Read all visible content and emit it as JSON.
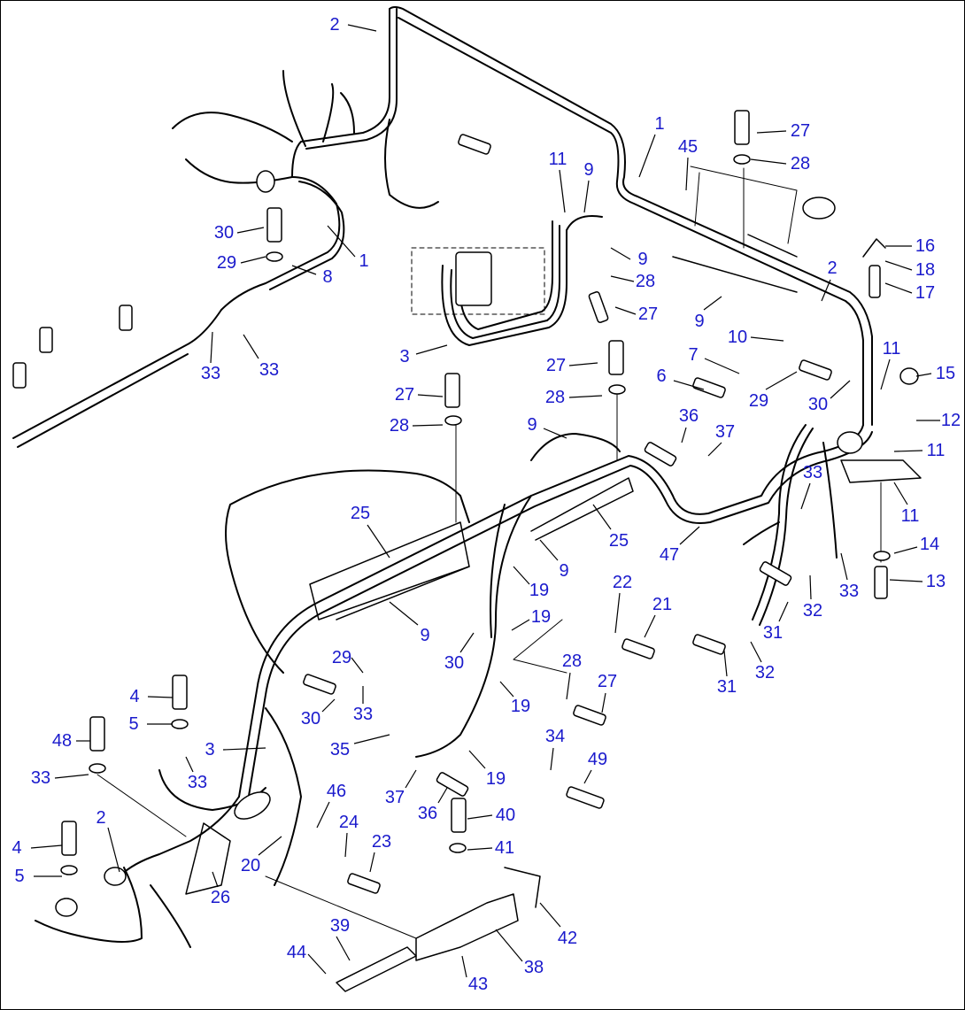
{
  "colors": {
    "label": "#1a1acc",
    "line": "#000000",
    "background": "#ffffff"
  },
  "diagram": {
    "labels": [
      {
        "t": "2"
      },
      {
        "t": "1"
      },
      {
        "t": "11"
      },
      {
        "t": "9"
      },
      {
        "t": "45"
      },
      {
        "t": "27"
      },
      {
        "t": "28"
      },
      {
        "t": "30"
      },
      {
        "t": "29"
      },
      {
        "t": "1"
      },
      {
        "t": "8"
      },
      {
        "t": "9"
      },
      {
        "t": "28"
      },
      {
        "t": "27"
      },
      {
        "t": "16"
      },
      {
        "t": "18"
      },
      {
        "t": "2"
      },
      {
        "t": "17"
      },
      {
        "t": "9"
      },
      {
        "t": "33"
      },
      {
        "t": "33"
      },
      {
        "t": "3"
      },
      {
        "t": "10"
      },
      {
        "t": "7"
      },
      {
        "t": "11"
      },
      {
        "t": "15"
      },
      {
        "t": "27"
      },
      {
        "t": "6"
      },
      {
        "t": "29"
      },
      {
        "t": "30"
      },
      {
        "t": "27"
      },
      {
        "t": "28"
      },
      {
        "t": "12"
      },
      {
        "t": "28"
      },
      {
        "t": "9"
      },
      {
        "t": "36"
      },
      {
        "t": "37"
      },
      {
        "t": "11"
      },
      {
        "t": "11"
      },
      {
        "t": "33"
      },
      {
        "t": "25"
      },
      {
        "t": "25"
      },
      {
        "t": "14"
      },
      {
        "t": "9"
      },
      {
        "t": "47"
      },
      {
        "t": "13"
      },
      {
        "t": "19"
      },
      {
        "t": "33"
      },
      {
        "t": "22"
      },
      {
        "t": "21"
      },
      {
        "t": "32"
      },
      {
        "t": "19"
      },
      {
        "t": "9"
      },
      {
        "t": "31"
      },
      {
        "t": "30"
      },
      {
        "t": "29"
      },
      {
        "t": "28"
      },
      {
        "t": "27"
      },
      {
        "t": "31"
      },
      {
        "t": "32"
      },
      {
        "t": "4"
      },
      {
        "t": "30"
      },
      {
        "t": "33"
      },
      {
        "t": "19"
      },
      {
        "t": "5"
      },
      {
        "t": "48"
      },
      {
        "t": "3"
      },
      {
        "t": "33"
      },
      {
        "t": "35"
      },
      {
        "t": "34"
      },
      {
        "t": "49"
      },
      {
        "t": "33"
      },
      {
        "t": "19"
      },
      {
        "t": "37"
      },
      {
        "t": "36"
      },
      {
        "t": "46"
      },
      {
        "t": "40"
      },
      {
        "t": "2"
      },
      {
        "t": "24"
      },
      {
        "t": "41"
      },
      {
        "t": "4"
      },
      {
        "t": "23"
      },
      {
        "t": "20"
      },
      {
        "t": "5"
      },
      {
        "t": "26"
      },
      {
        "t": "42"
      },
      {
        "t": "39"
      },
      {
        "t": "44"
      },
      {
        "t": "38"
      },
      {
        "t": "43"
      }
    ]
  }
}
